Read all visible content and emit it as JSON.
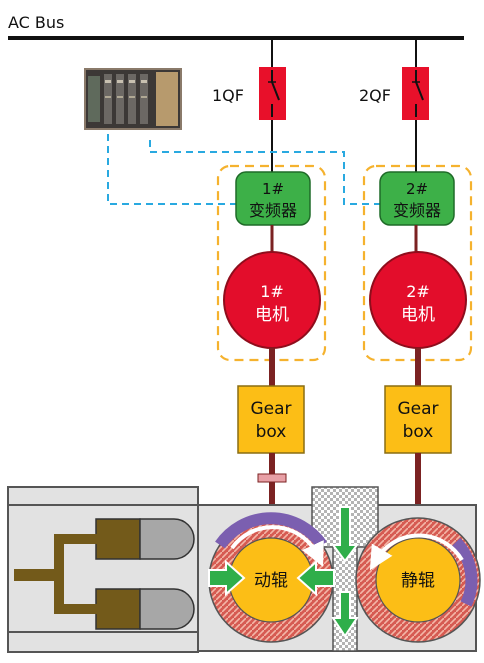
{
  "bus": {
    "label": "AC Bus"
  },
  "breakers": [
    {
      "label": "1QF"
    },
    {
      "label": "2QF"
    }
  ],
  "drives": [
    {
      "line1": "1#",
      "line2": "变频器"
    },
    {
      "line1": "2#",
      "line2": "变频器"
    }
  ],
  "motors": [
    {
      "line1": "1#",
      "line2": "电机"
    },
    {
      "line1": "2#",
      "line2": "电机"
    }
  ],
  "gearboxes": [
    {
      "line1": "Gear",
      "line2": "box"
    },
    {
      "line1": "Gear",
      "line2": "box"
    }
  ],
  "rolls": {
    "driven": "动辊",
    "static": "静辊"
  },
  "colors": {
    "breaker": "#e8102a",
    "drive": "#3db048",
    "motor": "#e30d2b",
    "gearbox": "#fcbe16",
    "shaft": "#7b2222",
    "dashed_box": "#f5b22e",
    "comm_link": "#29a9e0",
    "arrow": "#2fae4a",
    "roll_ring": "#c23b3b"
  }
}
